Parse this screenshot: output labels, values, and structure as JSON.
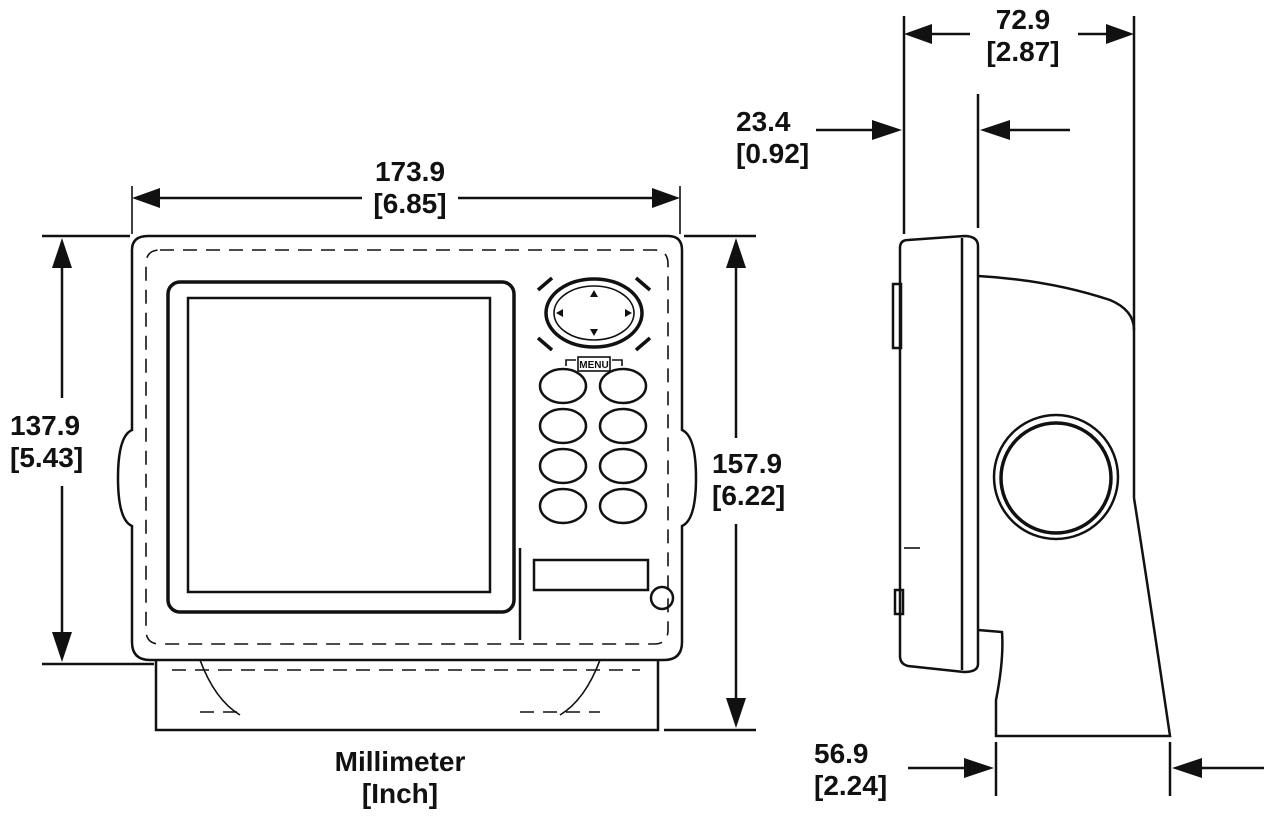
{
  "front_view": {
    "width": {
      "mm": "173.9",
      "in": "[6.85]"
    },
    "height_body": {
      "mm": "137.9",
      "in": "[5.43]"
    },
    "height_total": {
      "mm": "157.9",
      "in": "[6.22]"
    },
    "keypad_label": "MENU"
  },
  "side_view": {
    "depth_total": {
      "mm": "72.9",
      "in": "[2.87]"
    },
    "bezel_depth": {
      "mm": "23.4",
      "in": "[0.92]"
    },
    "base_depth": {
      "mm": "56.9",
      "in": "[2.24]"
    }
  },
  "units_caption": {
    "line1": "Millimeter",
    "line2": "[Inch]"
  }
}
